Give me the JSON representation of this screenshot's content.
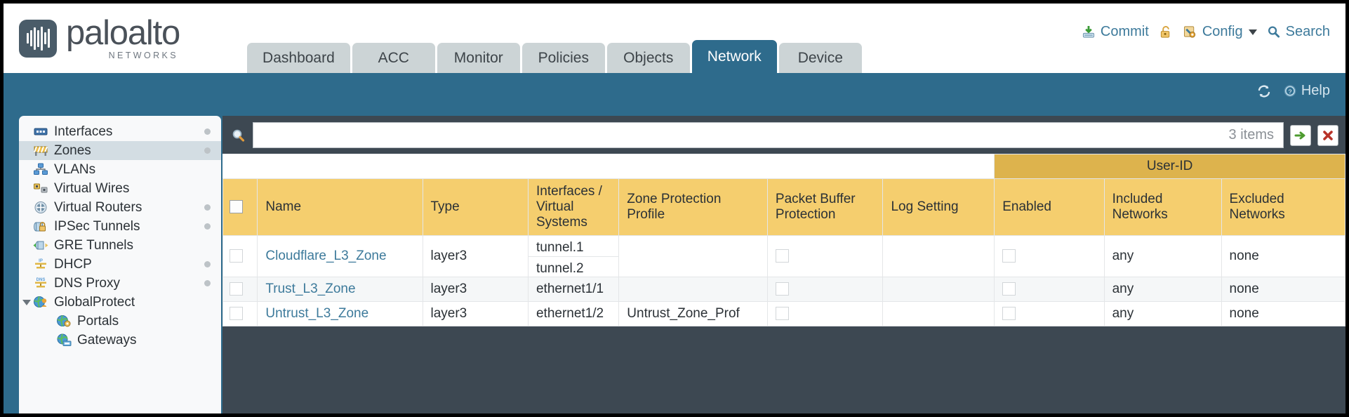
{
  "brand": {
    "name": "paloalto",
    "tagline": "NETWORKS",
    "registered": "®"
  },
  "nav": {
    "tabs": [
      {
        "label": "Dashboard",
        "active": false
      },
      {
        "label": "ACC",
        "active": false
      },
      {
        "label": "Monitor",
        "active": false
      },
      {
        "label": "Policies",
        "active": false
      },
      {
        "label": "Objects",
        "active": false
      },
      {
        "label": "Network",
        "active": true
      },
      {
        "label": "Device",
        "active": false
      }
    ],
    "actions": [
      {
        "label": "Commit",
        "icon": "commit-icon"
      },
      {
        "label": "",
        "icon": "unlock-padlock-icon"
      },
      {
        "label": "Config",
        "icon": "config-wrench-icon",
        "dropdown": true
      },
      {
        "label": "Search",
        "icon": "search-icon"
      }
    ]
  },
  "utility": {
    "refresh_icon": "refresh-icon",
    "help_label": "Help",
    "help_icon": "help-question-icon"
  },
  "sidebar": {
    "items": [
      {
        "label": "Interfaces",
        "icon": "interfaces-icon",
        "selected": false,
        "dot": true,
        "child": false,
        "expander": false
      },
      {
        "label": "Zones",
        "icon": "zones-icon",
        "selected": true,
        "dot": true,
        "child": false,
        "expander": false
      },
      {
        "label": "VLANs",
        "icon": "vlans-icon",
        "selected": false,
        "dot": false,
        "child": false,
        "expander": false
      },
      {
        "label": "Virtual Wires",
        "icon": "virtual-wires-icon",
        "selected": false,
        "dot": false,
        "child": false,
        "expander": false
      },
      {
        "label": "Virtual Routers",
        "icon": "virtual-routers-icon",
        "selected": false,
        "dot": true,
        "child": false,
        "expander": false
      },
      {
        "label": "IPSec Tunnels",
        "icon": "ipsec-tunnels-icon",
        "selected": false,
        "dot": true,
        "child": false,
        "expander": false
      },
      {
        "label": "GRE Tunnels",
        "icon": "gre-tunnels-icon",
        "selected": false,
        "dot": false,
        "child": false,
        "expander": false
      },
      {
        "label": "DHCP",
        "icon": "dhcp-icon",
        "selected": false,
        "dot": true,
        "child": false,
        "expander": false
      },
      {
        "label": "DNS Proxy",
        "icon": "dns-proxy-icon",
        "selected": false,
        "dot": true,
        "child": false,
        "expander": false
      },
      {
        "label": "GlobalProtect",
        "icon": "globalprotect-icon",
        "selected": false,
        "dot": false,
        "child": false,
        "expander": true
      },
      {
        "label": "Portals",
        "icon": "portals-icon",
        "selected": false,
        "dot": false,
        "child": true,
        "expander": false
      },
      {
        "label": "Gateways",
        "icon": "gateways-icon",
        "selected": false,
        "dot": false,
        "child": true,
        "expander": false
      }
    ]
  },
  "search": {
    "value": "",
    "placeholder": "",
    "icon": "search-magnifier-icon",
    "items_count": "3 items",
    "apply_icon": "green-arrow-icon",
    "clear_icon": "red-x-icon"
  },
  "table": {
    "group_headers": [
      {
        "label": "User-ID",
        "span": 3
      }
    ],
    "columns": [
      "Name",
      "Type",
      "Interfaces / Virtual Systems",
      "Zone Protection Profile",
      "Packet Buffer Protection",
      "Log Setting",
      "Enabled",
      "Included Networks",
      "Excluded Networks"
    ],
    "rows": [
      {
        "selected": false,
        "name": "Cloudflare_L3_Zone",
        "type": "layer3",
        "interfaces": [
          "tunnel.1",
          "tunnel.2"
        ],
        "zone_protection_profile": "",
        "packet_buffer_protection": false,
        "log_setting": "",
        "user_id_enabled": false,
        "included_networks": "any",
        "excluded_networks": "none"
      },
      {
        "selected": false,
        "name": "Trust_L3_Zone",
        "type": "layer3",
        "interfaces": [
          "ethernet1/1"
        ],
        "zone_protection_profile": "",
        "packet_buffer_protection": false,
        "log_setting": "",
        "user_id_enabled": false,
        "included_networks": "any",
        "excluded_networks": "none"
      },
      {
        "selected": false,
        "name": "Untrust_L3_Zone",
        "type": "layer3",
        "interfaces": [
          "ethernet1/2"
        ],
        "zone_protection_profile": "Untrust_Zone_Prof",
        "packet_buffer_protection": false,
        "log_setting": "",
        "user_id_enabled": false,
        "included_networks": "any",
        "excluded_networks": "none"
      }
    ]
  },
  "colors": {
    "header_blue": "#2e6b8c",
    "table_header_gold": "#f5ce6e",
    "group_header_gold": "#ddb34d",
    "link_blue": "#3d7a9b",
    "panel_dark": "#3d4852"
  }
}
